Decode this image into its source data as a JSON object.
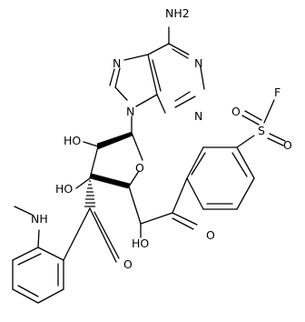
{
  "molecule": {
    "atom_labels": {
      "nh2": "NH2",
      "n_imid_top": "N",
      "n_pyr_right": "N",
      "n_pyr_bottom": "N",
      "n9": "N",
      "f": "F",
      "o_sulfonyl_left": "O",
      "s": "S",
      "o_sulfonyl_bottom": "O",
      "ho_sugar": "HO",
      "ring_o": "O",
      "ho_c3": "HO",
      "nh_methyl": "NH",
      "o_benzoyl": "O",
      "o_ketone": "O",
      "ho_side": "HO"
    }
  }
}
